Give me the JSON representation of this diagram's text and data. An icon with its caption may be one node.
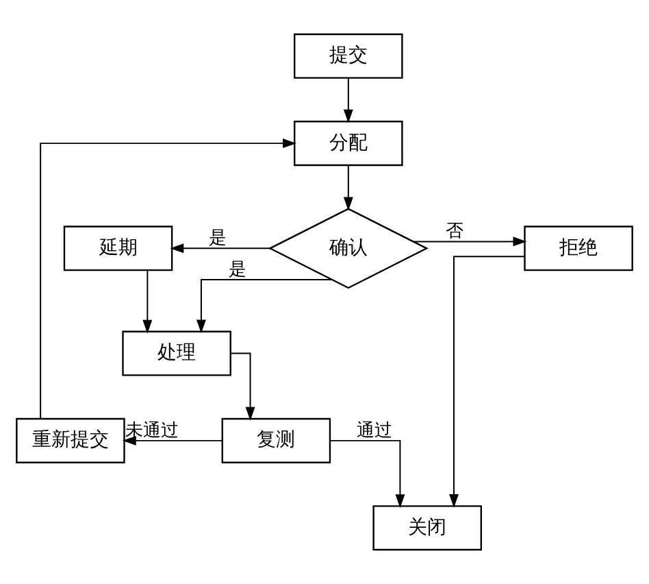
{
  "diagram": {
    "nodes": [
      {
        "text": [
          "提交"
        ]
      },
      {
        "text": [
          "分配"
        ]
      },
      {
        "text": [
          "确认"
        ]
      },
      {
        "text": [
          "延期"
        ]
      },
      {
        "text": [
          "拒绝"
        ]
      },
      {
        "text": [
          "处理"
        ]
      },
      {
        "text": [
          "复测"
        ]
      },
      {
        "text": [
          "重新提交"
        ]
      },
      {
        "text": [
          "关闭"
        ]
      }
    ],
    "edges": [
      {
        "from": 0,
        "to": 1,
        "arrow": "to"
      },
      {
        "from": 1,
        "to": 2,
        "arrow": "to"
      },
      {
        "from": 2,
        "to": 3,
        "arrow": "to",
        "label": "是"
      },
      {
        "from": 2,
        "to": 4,
        "arrow": "to",
        "label": "否"
      },
      {
        "from": 2,
        "to": 5,
        "arrow": "to",
        "label": "是"
      },
      {
        "from": 3,
        "to": 5,
        "arrow": "to"
      },
      {
        "from": 5,
        "to": 6,
        "arrow": "to"
      },
      {
        "from": 6,
        "to": 7,
        "arrow": "to",
        "label": "未通过"
      },
      {
        "from": 7,
        "to": 1,
        "arrow": "to"
      },
      {
        "from": 6,
        "to": 8,
        "arrow": "to",
        "label": "通过"
      },
      {
        "from": 4,
        "to": 8,
        "arrow": "to"
      }
    ]
  }
}
